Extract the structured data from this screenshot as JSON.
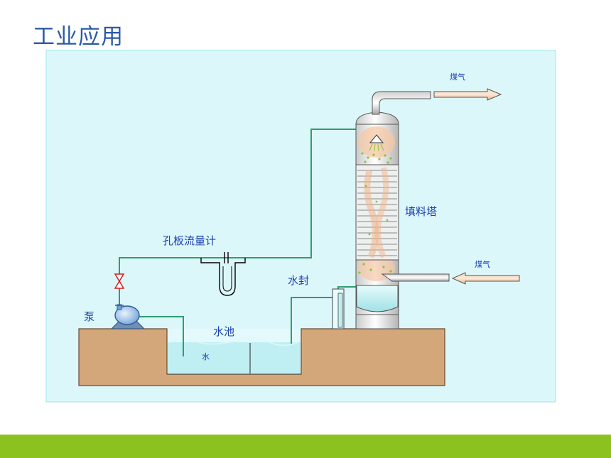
{
  "title": "工业应用",
  "labels": {
    "gas_out": "煤气",
    "gas_in": "煤气",
    "tower": "填料塔",
    "flowmeter": "孔板流量计",
    "water_seal": "水封",
    "pump": "泵",
    "pool": "水池",
    "water": "水"
  },
  "colors": {
    "pipe": "#2e9e70",
    "ground": "#d4a77a",
    "water": "#bfeff2",
    "frame_bg": "#dcf7fa",
    "title": "#2c5aa8",
    "footer": "#8cc21f"
  }
}
